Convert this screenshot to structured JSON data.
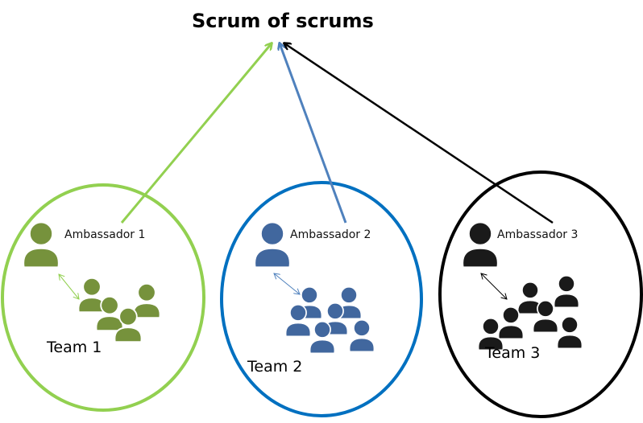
{
  "title": "Scrum of scrums",
  "teams": [
    {
      "ambassador_label": "Ambassador 1",
      "team_label": "Team 1",
      "color": "#92d050",
      "icon_color": "#76923c",
      "link_color": "#92d050",
      "member_count": 4
    },
    {
      "ambassador_label": "Ambassador 2",
      "team_label": "Team 2",
      "color": "#0070c0",
      "icon_color": "#41679e",
      "link_color": "#4f81bd",
      "member_count": 6
    },
    {
      "ambassador_label": "Ambassador 3",
      "team_label": "Team 3",
      "color": "#000000",
      "icon_color": "#1a1a1a",
      "link_color": "#000000",
      "member_count": 6
    }
  ]
}
